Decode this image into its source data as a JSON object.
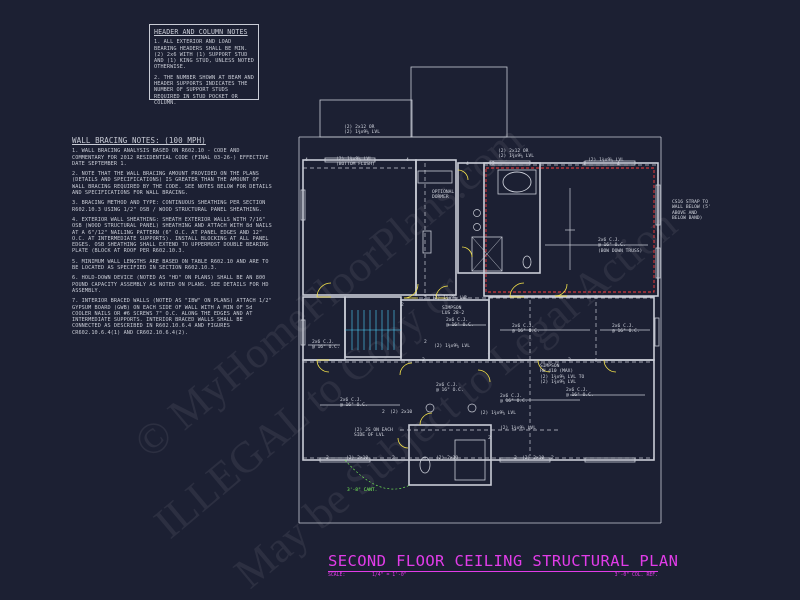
{
  "header_notes": {
    "title": "HEADER AND COLUMN NOTES",
    "items": [
      "1. ALL EXTERIOR AND LOAD BEARING HEADERS SHALL BE MIN. (2) 2x6 WITH (1) SUPPORT STUD AND (1) KING STUD, UNLESS NOTED OTHERWISE.",
      "2. THE NUMBER SHOWN AT BEAM AND HEADER SUPPORTS INDICATES THE NUMBER OF SUPPORT STUDS REQUIRED IN STUD POCKET OR COLUMN."
    ]
  },
  "bracing_notes": {
    "title": "WALL BRACING NOTES: (100 MPH)",
    "items": [
      "1. WALL BRACING ANALYSIS BASED ON R602.10 - CODE AND COMMENTARY FOR 2012 RESIDENTIAL CODE (FINAL 03-26-) EFFECTIVE DATE SEPTEMBER 1.",
      "2. NOTE THAT THE WALL BRACING AMOUNT PROVIDED ON THE PLANS (DETAILS AND SPECIFICATIONS) IS GREATER THAN THE AMOUNT OF WALL BRACING REQUIRED BY THE CODE. SEE NOTES BELOW FOR DETAILS AND SPECIFICATIONS FOR WALL BRACING.",
      "3. BRACING METHOD AND TYPE: CONTINUOUS SHEATHING PER SECTION R602.10.3 USING 1/2\" OSB / WOOD STRUCTURAL PANEL SHEATHING.",
      "4. EXTERIOR WALL SHEATHING: SHEATH EXTERIOR WALLS WITH 7/16\" OSB (WOOD STRUCTURAL PANEL) SHEATHING AND ATTACH WITH 8d NAILS AT A 6\"/12\" NAILING PATTERN (6\" O.C. AT PANEL EDGES AND 12\" O.C. AT INTERMEDIATE SUPPORTS). INSTALL BLOCKING AT ALL PANEL EDGES. OSB SHEATHING SHALL EXTEND TO UPPERMOST DOUBLE BEARING PLATE (BLOCK AT ROOF PER R602.10.3.",
      "5. MINIMUM WALL LENGTHS ARE BASED ON TABLE R602.10 AND ARE TO BE LOCATED AS SPECIFIED IN SECTION R602.10.3.",
      "6. HOLD-DOWN DEVICE (NOTED AS \"HD\" ON PLANS) SHALL BE AN 800 POUND CAPACITY ASSEMBLY AS NOTED ON PLANS. SEE DETAILS FOR HD ASSEMBLY.",
      "7. INTERIOR BRACED WALLS (NOTED AS \"IBW\" ON PLANS) ATTACH 1/2\" GYPSUM BOARD (GWB) ON EACH SIDE OF WALL WITH A MIN OF 5d COOLER NAILS OR #6 SCREWS 7\" O.C. ALONG THE EDGES AND AT INTERMEDIATE SUPPORTS. INTERIOR BRACED WALLS SHALL BE CONNECTED AS DESCRIBED IN R602.10.6.4 AND FIGURES CR602.10.6.4(1) AND CR602.10.6.4(2)."
    ]
  },
  "labels": {
    "top_beam": "(2) 2x12 OR\n(2) 1¾x9¼ LVL",
    "beam_bottom_flush": "(2) 1¾x9¼ LVL\n(BOTTOM FLUSH)",
    "top_beam_2": "(2) 2x12 OR\n(2) 1¾x9¼ LVL",
    "beam_top_right": "(2) 1¾x9¼ LVL",
    "optional_dormer": "OPTIONAL\nDORMER",
    "cs_strap": "CS16 STRAP TO\nWALL BELOW (5'\nABOVE AND\nBELOW BAND)",
    "bow_down_truss": "2x6 C.J.\n@ 16\" O.C.\n(BOW DOWN TRUSS)",
    "simpson_1": "SIMPSON\nLUS 28-2",
    "beam_mid": "(2) 1¾x9¼ LVL",
    "beam_hall": "(2) 1¾x9¼ LVL",
    "cj_left": "2x6 C.J.\n@ 16\" O.C.",
    "cj_center_1": "2x6 C.J.\n@ 16\" O.C.",
    "cj_center_2": "2x6 C.J.\n@ 16\" O.C.",
    "cj_right_1": "2x6 C.J.\n@ 16\" O.C.",
    "cj_right_2": "2x6 C.J.\n@ 16\" O.C.",
    "simpson_2": "SIMPSON\nHU 410 (MAX)\n(2) 1¾x9¼ LVL TO\n(2) 1¾x9¼ LVL",
    "cj_bottom_left": "2x6 C.J.\n@ 16\" O.C.",
    "cj_bottom_mid": "2x6 C.J.\n@ 16\" O.C.",
    "cj_bottom_right": "2x6 C.J.\n@ 16\" O.C.",
    "hdr_2x10_a": "(2) 2x10",
    "hdr_2x10_b": "(2) 2x10",
    "hdr_2x10_c": "(2) 2x10",
    "hdr_2x10_d": "(2) 2x10",
    "beam_bath": "(2) 1¾x9¼ LVL",
    "beam_bath_2": "(2) 1¾x9¼ LVL",
    "js_each_side": "(2) JS ON EACH\nSIDE OF LVL",
    "cant": "3'-8\" CANT.",
    "num_4a": "4",
    "num_4b": "4",
    "num_4c": "4",
    "num_4d": "4",
    "num_2a": "2",
    "num_2b": "2",
    "num_2c": "2",
    "num_2d": "2",
    "num_2e": "2",
    "num_2f": "2",
    "num_2g": "2",
    "num_2h": "2",
    "num_2i": "2",
    "num_2j": "2",
    "num_2k": "2",
    "num_2l": "2",
    "num_2m": "2",
    "num_2n": "2"
  },
  "title": {
    "text": "SECOND FLOOR CEILING STRUCTURAL PLAN",
    "scale_label": "SCALE:",
    "scale_value": "1/4\" = 1'-0\"",
    "col_ref": "3'-0\" COL. REF."
  },
  "colors": {
    "background": "#1c2033",
    "linework": "#c9ccd6",
    "title": "#e13ce8",
    "door_swing": "#f5e34a",
    "beam_red": "#ff3b3b",
    "dim_green": "#7dff5a",
    "cyan": "#4fd6ff"
  }
}
